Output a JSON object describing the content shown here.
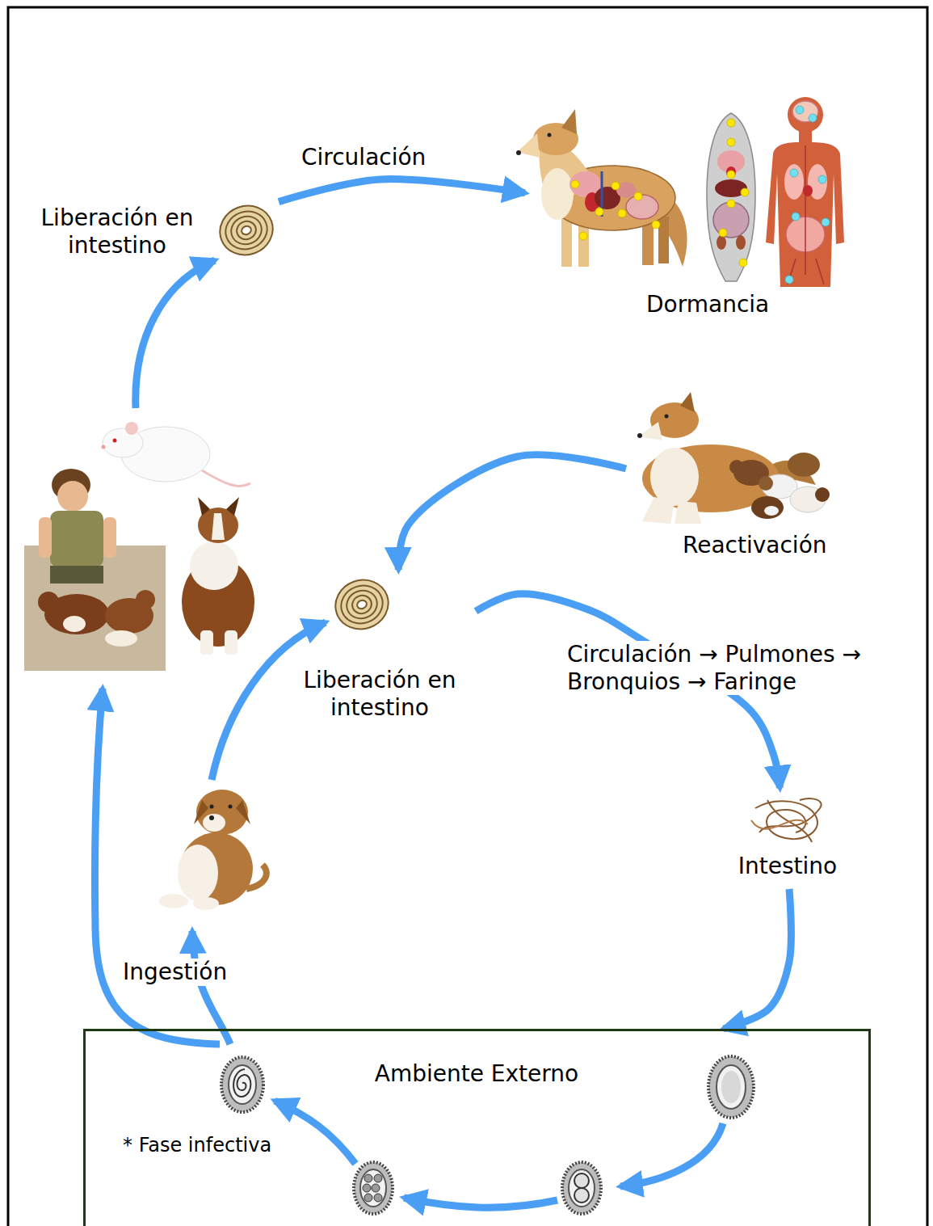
{
  "diagram": {
    "nodes": [
      {
        "text": [
          "Liberación en intestino"
        ]
      },
      {
        "text": [
          "Dormancia"
        ]
      },
      {
        "text": [
          "Reactivación"
        ]
      },
      {
        "text": [
          "Liberación en intestino"
        ]
      },
      {
        "text": [
          "Intestino"
        ]
      },
      {
        "text": [
          "Ambiente Externo"
        ]
      },
      {
        "text": [
          "* Fase infectiva"
        ],
        "in": 5
      }
    ],
    "edges": [
      {
        "from": 0,
        "to": 1,
        "label": "Circulación",
        "arrow": "to"
      },
      {
        "from": 2,
        "to": 3,
        "arrow": "to"
      },
      {
        "from": 3,
        "to": 4,
        "label": "Circulación → Pulmones → Bronquios → Faringe",
        "arrow": "to"
      },
      {
        "from": 4,
        "to": 5,
        "arrow": "to"
      }
    ],
    "labels": [
      "Ingestión"
    ]
  }
}
